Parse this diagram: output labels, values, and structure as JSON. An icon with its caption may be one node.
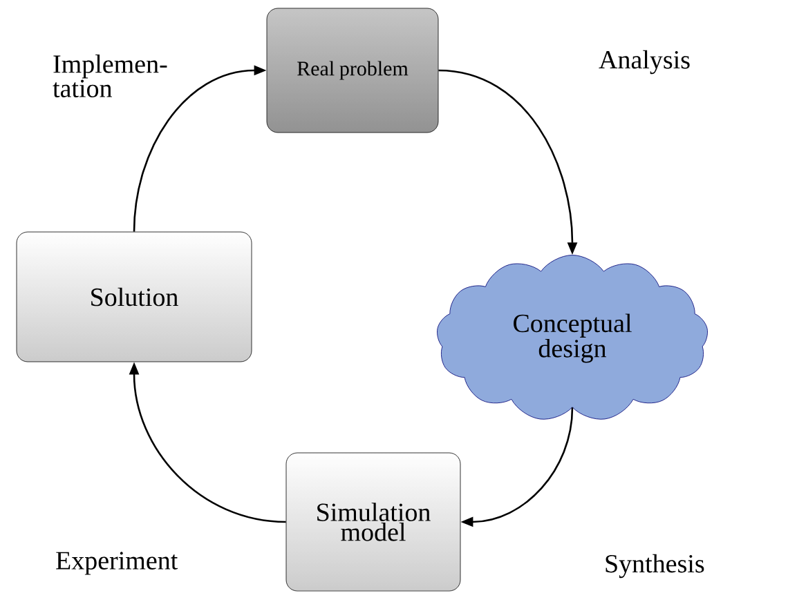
{
  "diagram": {
    "nodes": [
      {
        "text": [
          "Real problem"
        ]
      },
      {
        "text": [
          "Conceptual design"
        ]
      },
      {
        "text": [
          "Simulation model"
        ]
      },
      {
        "text": [
          "Solution"
        ]
      }
    ],
    "edges": [
      {
        "from": 0,
        "to": 1,
        "arrow": "to",
        "label": "Analysis"
      },
      {
        "from": 1,
        "to": 2,
        "arrow": "to",
        "label": "Synthesis"
      },
      {
        "from": 2,
        "to": 3,
        "arrow": "to",
        "label": "Experiment"
      },
      {
        "from": 3,
        "to": 0,
        "arrow": "to",
        "label": "Implemen- tation"
      }
    ]
  }
}
